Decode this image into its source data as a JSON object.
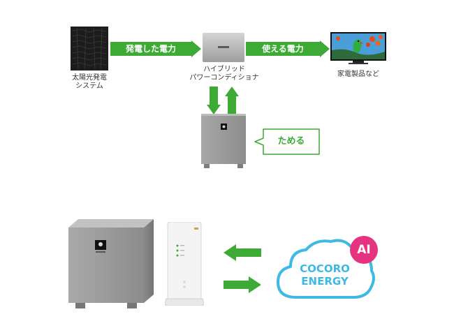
{
  "flow": {
    "solar_label_1": "太陽光発電",
    "solar_label_2": "システム",
    "arrow_generated": "発電した電力",
    "conditioner_label_1": "ハイブリッド",
    "conditioner_label_2": "パワーコンディショナ",
    "arrow_used": "使える電力",
    "appliances_label": "家電製品など",
    "storage_callout": "ためる"
  },
  "cloud": {
    "line1": "COCORO",
    "line2": "ENERGY",
    "badge": "AI"
  },
  "colors": {
    "arrow_green": "#3daa35",
    "cloud_outline": "#3eb8e5",
    "ai_badge": "#e7337f",
    "callout_green": "#3daa35",
    "battery_gray": "#9a9a9a"
  },
  "icons": [
    "solar-panel-icon",
    "tv-parrot-image",
    "router-device-icon"
  ]
}
